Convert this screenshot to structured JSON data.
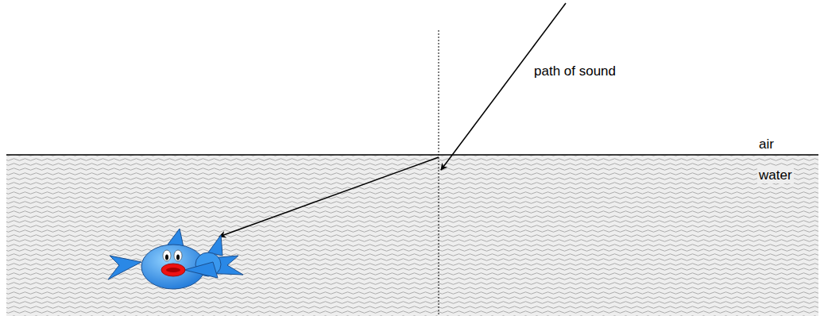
{
  "diagram": {
    "labels": [
      "path of sound",
      "air",
      "water"
    ]
  }
}
